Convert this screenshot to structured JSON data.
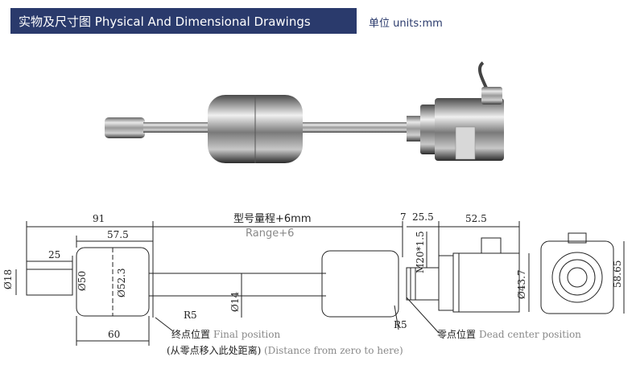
{
  "header": {
    "title": "实物及尺寸图 Physical And Dimensional Drawings",
    "unit_label": "单位 units:mm"
  },
  "drawing": {
    "dims": {
      "d91": "91",
      "range_model": "型号量程+6mm",
      "range_en": "Range+6",
      "d7": "7",
      "d25_5": "25.5",
      "d52_5": "52.5",
      "d57_5": "57.5",
      "d25": "25",
      "phi18": "Ø18",
      "phi50": "Ø50",
      "phi52_3": "Ø52.3",
      "phi14": "Ø14",
      "m20": "M20*1.5",
      "phi43_7": "Ø43.7",
      "d58_65": "58.65",
      "r5_left": "R5",
      "r5_right": "R5",
      "d60": "60"
    },
    "callouts": {
      "final_cn": "终点位置",
      "final_en": "Final position",
      "distance_cn": "(从零点移入此处距离)",
      "distance_en": "(Distance from zero to here)",
      "dead_cn": "零点位置",
      "dead_en": "Dead center position"
    }
  }
}
